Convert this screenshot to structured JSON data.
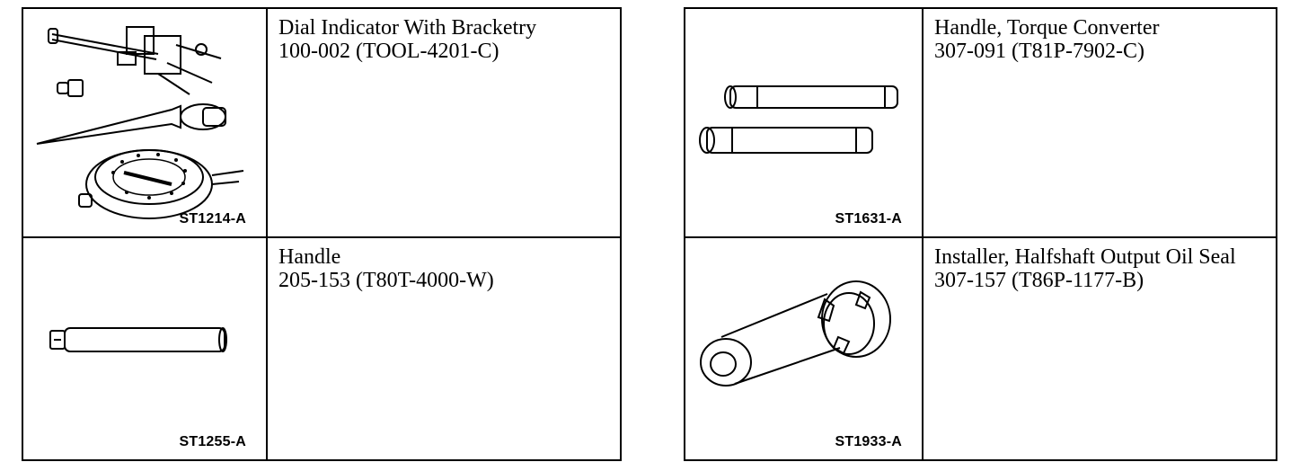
{
  "tools": [
    {
      "figure_id": "ST1214-A",
      "name": "Dial Indicator With Bracketry",
      "number": "100-002 (TOOL-4201-C)",
      "icon": "dial-indicator-bracketry-icon"
    },
    {
      "figure_id": "ST1255-A",
      "name": "Handle",
      "number": "205-153 (T80T-4000-W)",
      "icon": "handle-rod-icon"
    },
    {
      "figure_id": "ST1631-A",
      "name": "Handle, Torque Converter",
      "number": "307-091 (T81P-7902-C)",
      "icon": "torque-converter-handle-icon"
    },
    {
      "figure_id": "ST1933-A",
      "name": "Installer, Halfshaft Output Oil Seal",
      "number": "307-157 (T86P-1177-B)",
      "icon": "seal-installer-icon"
    }
  ]
}
